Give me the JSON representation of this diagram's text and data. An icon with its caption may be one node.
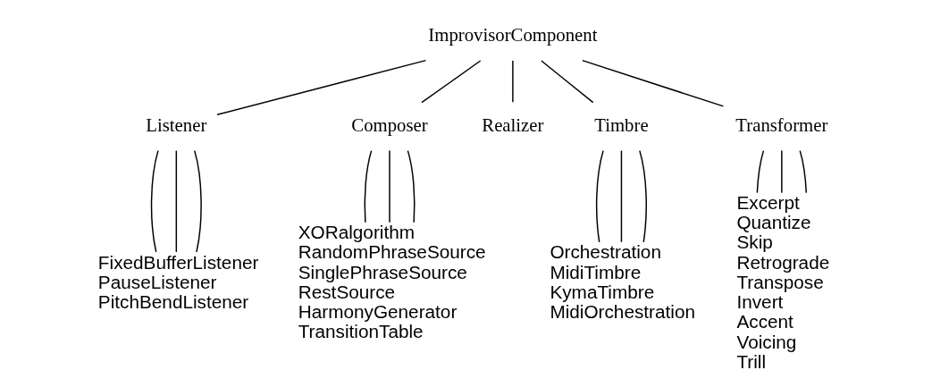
{
  "diagram": {
    "nodes": [
      {
        "text": [
          "ImprovisorComponent"
        ]
      },
      {
        "text": [
          "Listener"
        ]
      },
      {
        "text": [
          "Composer"
        ]
      },
      {
        "text": [
          "Realizer"
        ]
      },
      {
        "text": [
          "Timbre"
        ]
      },
      {
        "text": [
          "Transformer"
        ]
      },
      {
        "text": [
          "FixedBufferListener",
          "PauseListener",
          "PitchBendListener"
        ]
      },
      {
        "text": [
          "XORalgorithm",
          "RandomPhraseSource",
          "SinglePhraseSource",
          "RestSource",
          "HarmonyGenerator",
          "TransitionTable"
        ]
      },
      {
        "text": [
          "Orchestration",
          "MidiTimbre",
          "KymaTimbre",
          "MidiOrchestration"
        ]
      },
      {
        "text": [
          "Excerpt",
          "Quantize",
          "Skip",
          "Retrograde",
          "Transpose",
          "Invert",
          "Accent",
          "Voicing",
          "Trill"
        ]
      }
    ],
    "edges": [
      {
        "from": 0,
        "to": 1,
        "arrow": "none"
      },
      {
        "from": 0,
        "to": 2,
        "arrow": "none"
      },
      {
        "from": 0,
        "to": 3,
        "arrow": "none"
      },
      {
        "from": 0,
        "to": 4,
        "arrow": "none"
      },
      {
        "from": 0,
        "to": 5,
        "arrow": "none"
      },
      {
        "from": 1,
        "to": 6,
        "arrow": "none"
      },
      {
        "from": 1,
        "to": 6,
        "arrow": "none"
      },
      {
        "from": 1,
        "to": 6,
        "arrow": "none"
      },
      {
        "from": 2,
        "to": 7,
        "arrow": "none"
      },
      {
        "from": 2,
        "to": 7,
        "arrow": "none"
      },
      {
        "from": 2,
        "to": 7,
        "arrow": "none"
      },
      {
        "from": 4,
        "to": 8,
        "arrow": "none"
      },
      {
        "from": 4,
        "to": 8,
        "arrow": "none"
      },
      {
        "from": 4,
        "to": 8,
        "arrow": "none"
      },
      {
        "from": 5,
        "to": 9,
        "arrow": "none"
      },
      {
        "from": 5,
        "to": 9,
        "arrow": "none"
      },
      {
        "from": 5,
        "to": 9,
        "arrow": "none"
      }
    ]
  }
}
